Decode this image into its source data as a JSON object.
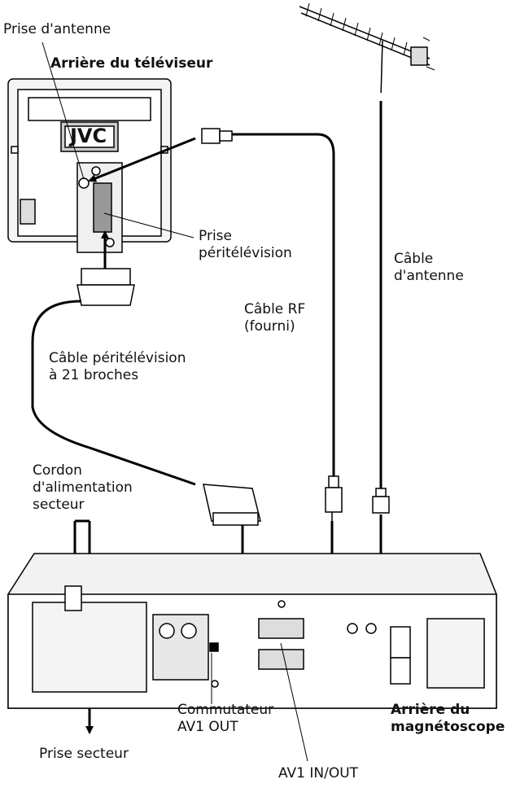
{
  "labels": {
    "antenna_jack": "Prise d'antenne",
    "tv_rear": "Arrière du téléviseur",
    "tv_logo": "JVC",
    "scart_jack": "Prise\npéritélévision",
    "antenna_cable": "Câble\nd'antenne",
    "rf_cable": "Câble RF\n(fourni)",
    "scart_cable": "Câble péritélévision\nà 21 broches",
    "power_cord": "Cordon\nd'alimentation\nsecteur",
    "av1_switch": "Commutateur\nAV1 OUT",
    "vcr_rear": "Arrière du\nmagnétoscope",
    "mains_outlet": "Prise secteur",
    "av1_inout": "AV1 IN/OUT"
  }
}
